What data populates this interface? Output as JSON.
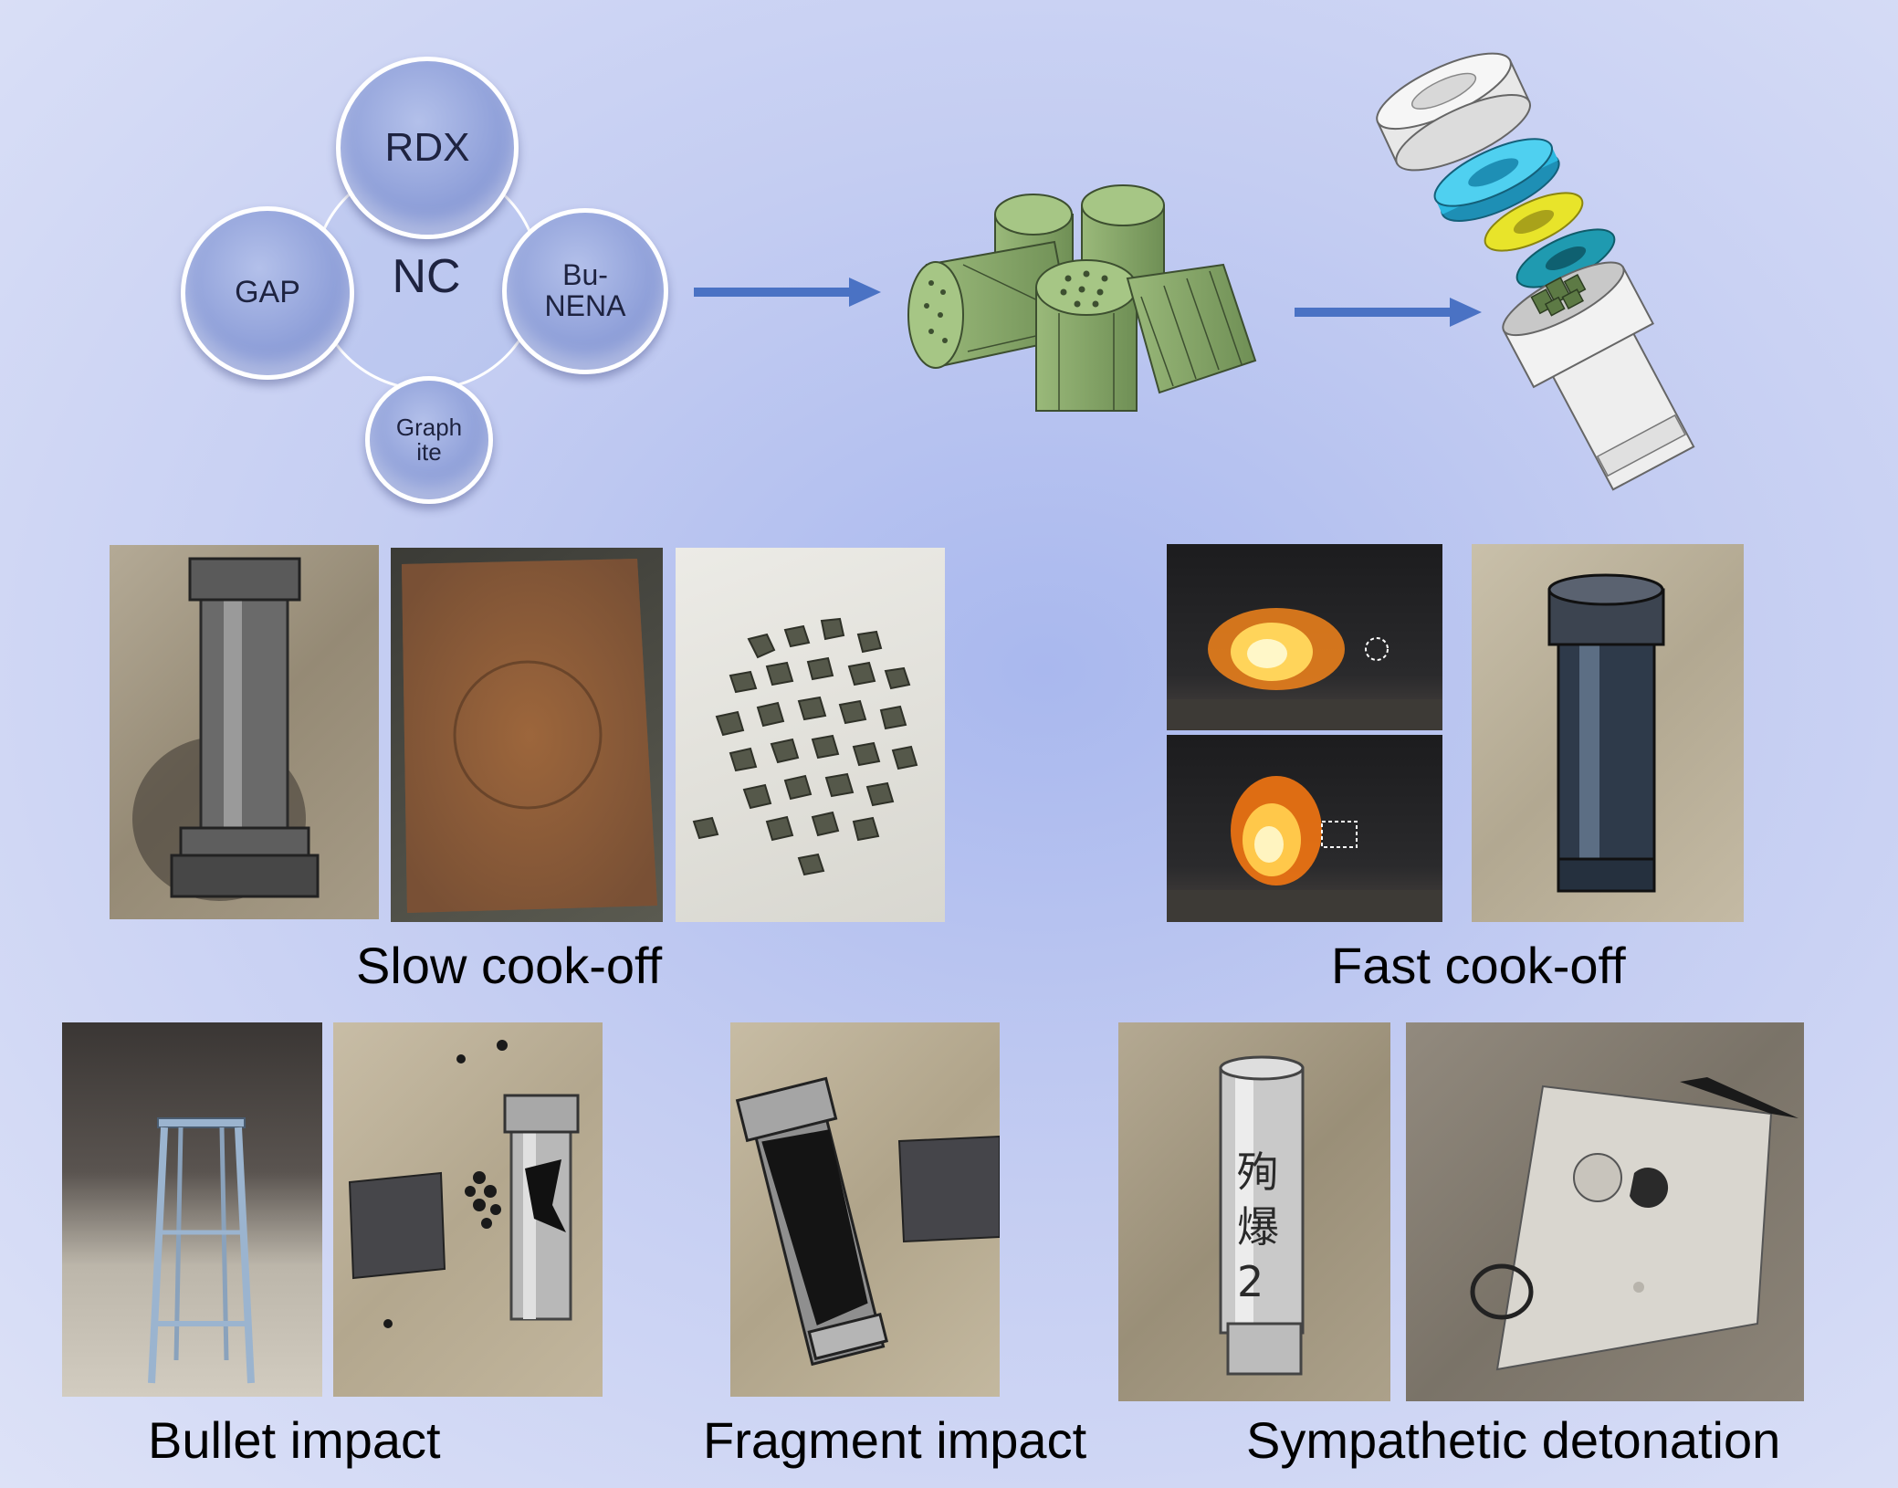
{
  "formulation": {
    "rdx": "RDX",
    "nc": "NC",
    "gap": "GAP",
    "bunena_line1": "Bu-",
    "bunena_line2": "NENA",
    "graphite_line1": "Graph",
    "graphite_line2": "ite"
  },
  "captions": {
    "slow_cookoff": "Slow cook-off",
    "fast_cookoff": "Fast cook-off",
    "bullet_impact": "Bullet impact",
    "fragment_impact": "Fragment impact",
    "sympathetic_detonation": "Sympathetic detonation"
  },
  "colors": {
    "arrow": "#4a72c4",
    "grain_green": "#8fb070",
    "cap_cyan": "#2bb8e0",
    "washer_yellow": "#e8e42a",
    "washer_teal": "#1f9ab0"
  }
}
